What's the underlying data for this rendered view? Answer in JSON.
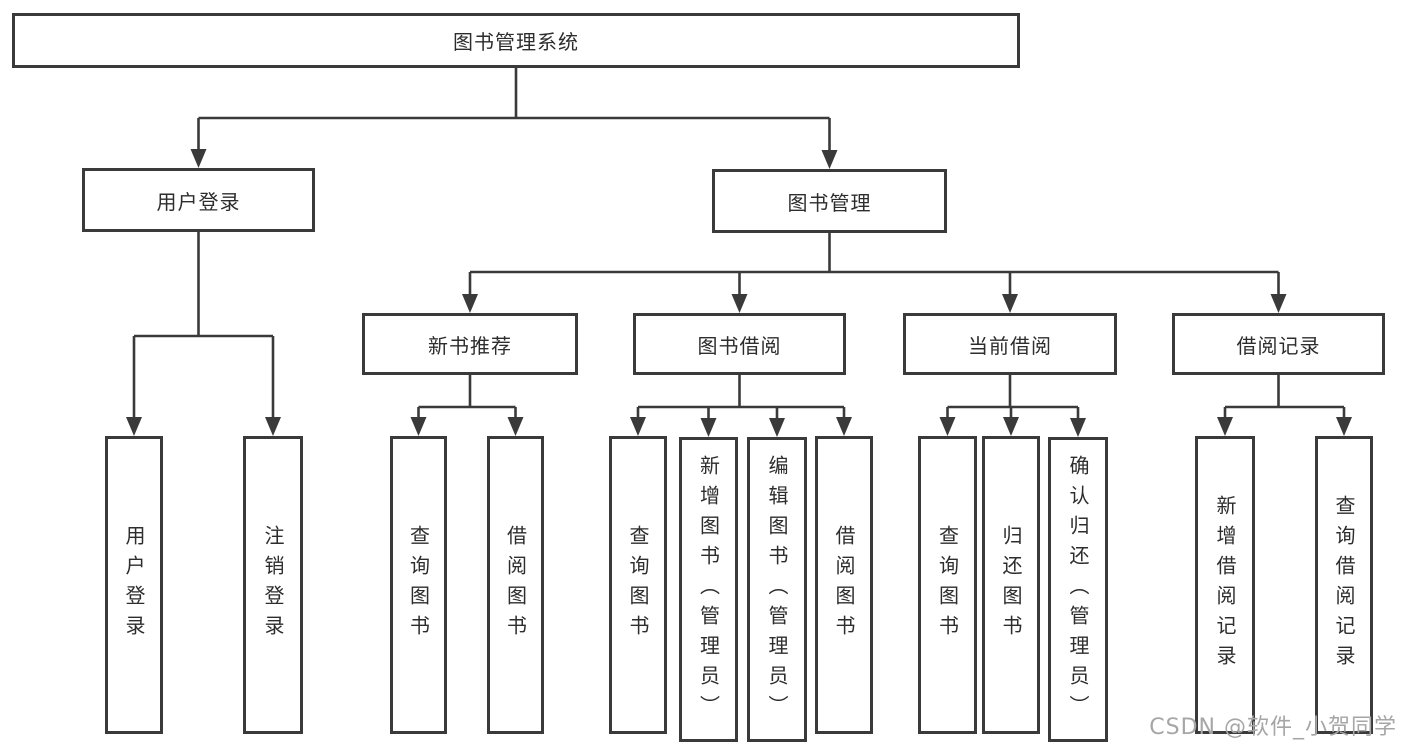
{
  "diagram_title": "图书管理系统",
  "tree": {
    "label": "图书管理系统",
    "children": [
      {
        "label": "用户登录",
        "children": [
          {
            "label": "用户登录"
          },
          {
            "label": "注销登录"
          }
        ]
      },
      {
        "label": "图书管理",
        "children": [
          {
            "label": "新书推荐",
            "children": [
              {
                "label": "查询图书"
              },
              {
                "label": "借阅图书"
              }
            ]
          },
          {
            "label": "图书借阅",
            "children": [
              {
                "label": "查询图书"
              },
              {
                "label": "新增图书（管理员）"
              },
              {
                "label": "编辑图书（管理员）"
              },
              {
                "label": "借阅图书"
              }
            ]
          },
          {
            "label": "当前借阅",
            "children": [
              {
                "label": "查询图书"
              },
              {
                "label": "归还图书"
              },
              {
                "label": "确认归还（管理员）"
              }
            ]
          },
          {
            "label": "借阅记录",
            "children": [
              {
                "label": "新增借阅记录"
              },
              {
                "label": "查询借阅记录"
              }
            ]
          }
        ]
      }
    ]
  },
  "watermark": {
    "text": "CSDN @软件_小贺同学"
  },
  "colors": {
    "line": "#3a3a3a",
    "box_border": "#3a3a3a",
    "text": "#2d2d2d",
    "watermark": "#a6a6a6",
    "background": "#ffffff"
  }
}
